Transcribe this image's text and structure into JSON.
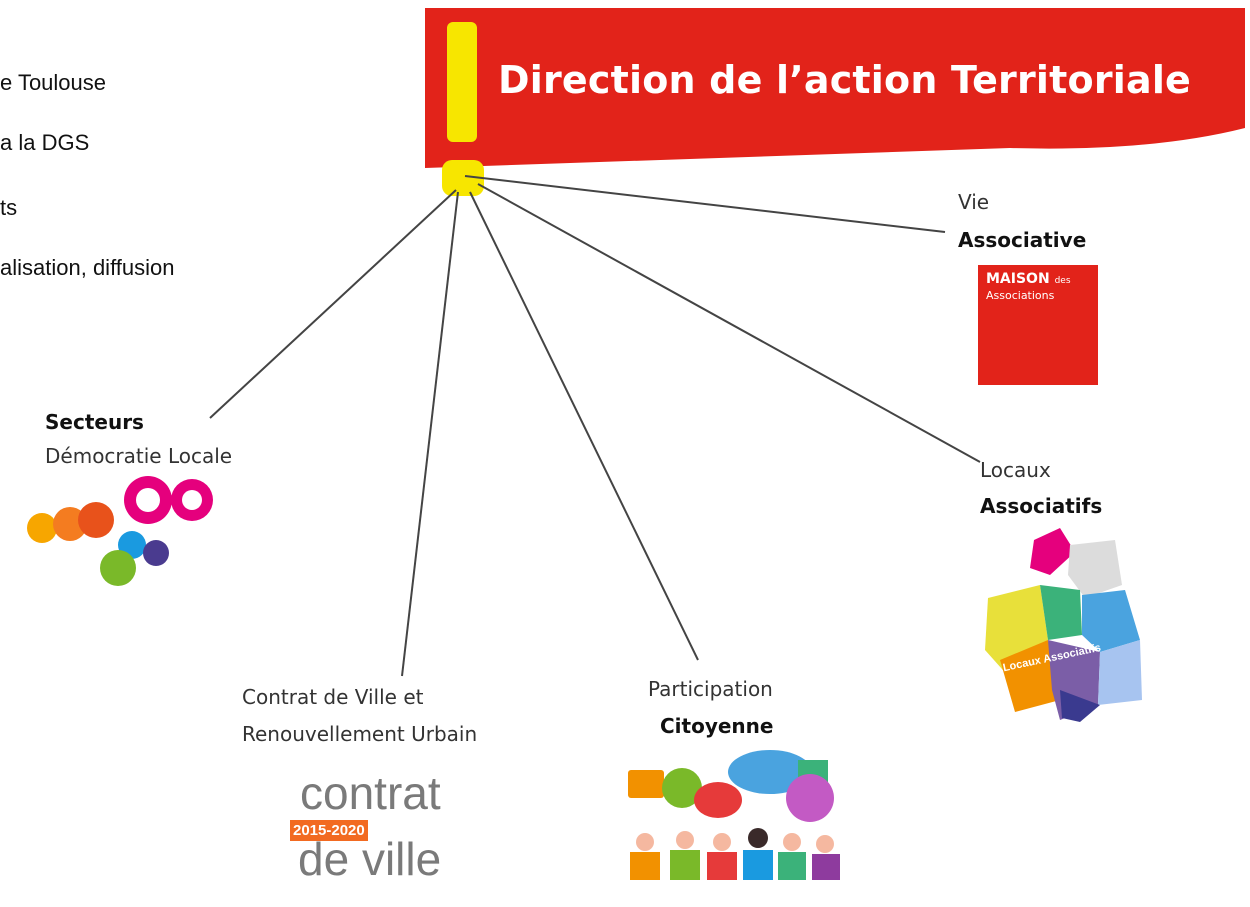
{
  "intro_lines": [
    "e Toulouse",
    "a la DGS",
    "ts",
    "alisation, diffusion"
  ],
  "banner": {
    "title": "Direction de l’action Territoriale"
  },
  "branches": {
    "vie": {
      "light": "Vie",
      "bold": "Associative",
      "logo_line1": "MAISON",
      "logo_line1_suffix": "des",
      "logo_line2": "Associations"
    },
    "secteurs": {
      "bold": "Secteurs",
      "light": "Démocratie Locale"
    },
    "contrat": {
      "line1": "Contrat de Ville et",
      "line2": "Renouvellement Urbain",
      "logo_top": "contrat",
      "logo_years": "2015-2020",
      "logo_bottom": "de ville"
    },
    "participation": {
      "light": "Participation",
      "bold": "Citoyenne"
    },
    "locaux": {
      "light": "Locaux",
      "bold": "Associatifs",
      "map_label": "Locaux Associatifs"
    }
  },
  "colors": {
    "banner_red": "#e2231a",
    "accent_yellow": "#f7e600",
    "line": "#444444"
  }
}
